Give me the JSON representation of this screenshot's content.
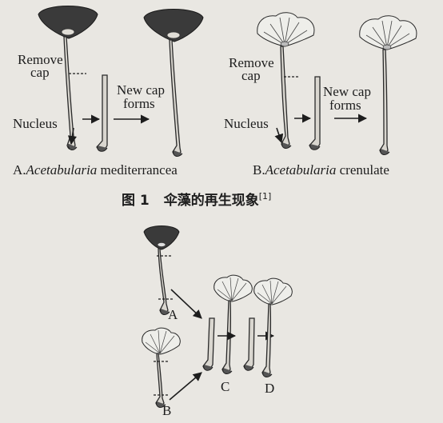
{
  "panel_a": {
    "remove_cap_line1": "Remove",
    "remove_cap_line2": "cap",
    "new_cap_line1": "New cap",
    "new_cap_line2": "forms",
    "nucleus": "Nucleus",
    "caption_prefix": "A.",
    "caption_italic": "Acetabularia",
    "caption_rest": " mediterrancea"
  },
  "panel_b": {
    "remove_cap_line1": "Remove",
    "remove_cap_line2": "cap",
    "new_cap_line1": "New cap",
    "new_cap_line2": "forms",
    "nucleus": "Nucleus",
    "caption_prefix": "B.",
    "caption_italic": "Acetabularia",
    "caption_rest": " crenulate"
  },
  "figure_caption": {
    "label": "图 1",
    "text": "伞藻的再生现象",
    "ref": "[1]"
  },
  "lower_diagram": {
    "labels": [
      "A",
      "B",
      "C",
      "D"
    ]
  }
}
